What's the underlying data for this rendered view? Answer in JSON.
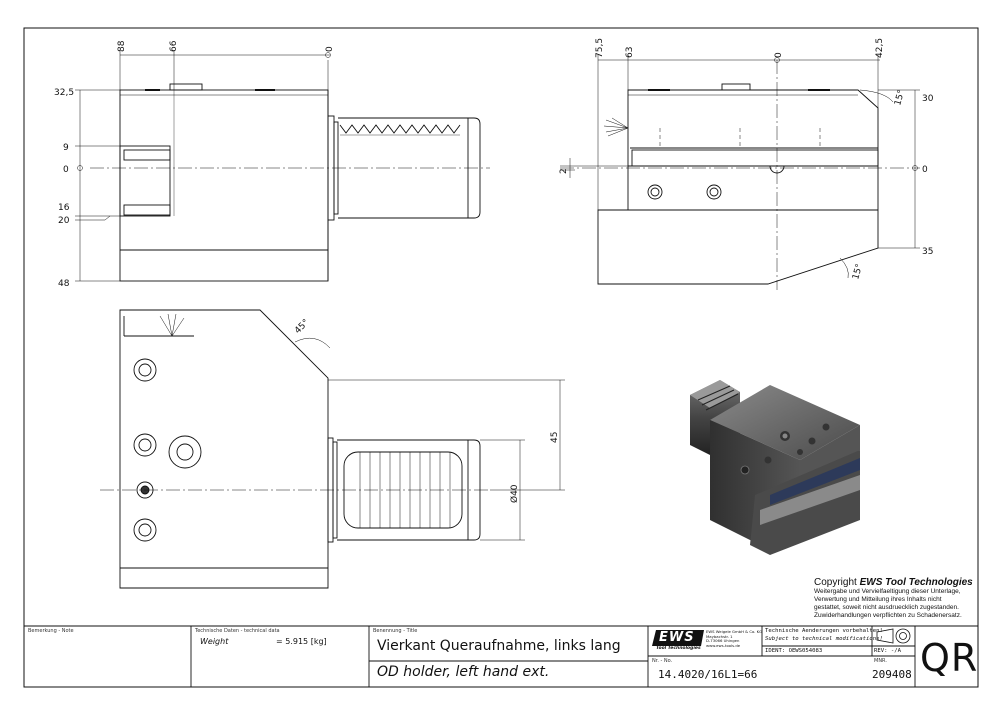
{
  "copyright": {
    "prefix": "Copyright",
    "brand": "EWS Tool Technologies",
    "lines": [
      "Weitergabe und Vervielfaeltigung dieser Unterlage,",
      "Verwertung und Mitteilung ihres Inhalts nicht",
      "gestattet, soweit nicht ausdruecklich zugestanden.",
      "Zuwiderhandlungen verpflichten zu Schadenersatz."
    ]
  },
  "title_block": {
    "remark_label": "Bemerkung - Note",
    "tech_label": "Technische Daten - technical data",
    "weight_label": "Weight",
    "weight_value": "= 5.915 [kg]",
    "title_label": "Benennung - Title",
    "title_de": "Vierkant Queraufnahme, links lang",
    "title_en": "OD holder, left hand ext.",
    "logo_text": "EWS",
    "logo_sub": "Tool Technologies",
    "company_lines": [
      "EWS Weigele GmbH & Co. KG",
      "Maybachstr. 1",
      "D-73066 Uhingen",
      "www.ews-tools.de"
    ],
    "notice_de": "Technische Aenderungen vorbehalten!",
    "notice_en": "Subject to technical modifications!",
    "ident": "IDENT: OEWS054083",
    "rev": "REV: -/A",
    "nr_label": "Nr. - No.",
    "part_no": "14.4020/16L1=66",
    "mnr_label": "MNR.",
    "mnr": "209408",
    "code": "QR"
  },
  "dimensions": {
    "front_top": [
      "88",
      "66",
      "0"
    ],
    "front_left": [
      "32,5",
      "9",
      "0",
      "16",
      "20",
      "48"
    ],
    "side_top": [
      "75,5",
      "63",
      "0",
      "42,5"
    ],
    "side_right": [
      "30",
      "0",
      "35"
    ],
    "side_left": [
      "2"
    ],
    "angles": [
      "15°",
      "15°",
      "45°"
    ],
    "plan": [
      "45",
      "Ø40"
    ]
  }
}
